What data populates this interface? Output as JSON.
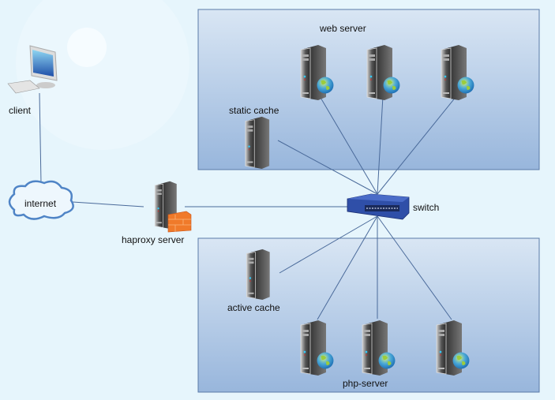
{
  "labels": {
    "client": "client",
    "internet": "internet",
    "haproxy": "haproxy  server",
    "switch": "switch",
    "web_server": "web  server",
    "static_cache": "static  cache",
    "active_cache": "active  cache",
    "php_server": "php-server"
  },
  "nodes": [
    {
      "id": "client",
      "icon": "desktop-computer-icon"
    },
    {
      "id": "internet",
      "icon": "cloud-icon"
    },
    {
      "id": "haproxy",
      "icon": "server-firewall-icon"
    },
    {
      "id": "switch",
      "icon": "network-switch-icon"
    },
    {
      "id": "web1",
      "icon": "web-server-icon"
    },
    {
      "id": "web2",
      "icon": "web-server-icon"
    },
    {
      "id": "web3",
      "icon": "web-server-icon"
    },
    {
      "id": "static_cache",
      "icon": "server-icon"
    },
    {
      "id": "active_cache",
      "icon": "server-icon"
    },
    {
      "id": "php1",
      "icon": "web-server-icon"
    },
    {
      "id": "php2",
      "icon": "web-server-icon"
    },
    {
      "id": "php3",
      "icon": "web-server-icon"
    }
  ],
  "edges": [
    [
      "client",
      "internet"
    ],
    [
      "internet",
      "haproxy"
    ],
    [
      "haproxy",
      "switch"
    ],
    [
      "switch",
      "web1"
    ],
    [
      "switch",
      "web2"
    ],
    [
      "switch",
      "web3"
    ],
    [
      "switch",
      "static_cache"
    ],
    [
      "switch",
      "active_cache"
    ],
    [
      "switch",
      "php1"
    ],
    [
      "switch",
      "php2"
    ],
    [
      "switch",
      "php3"
    ]
  ],
  "colors": {
    "background": "#e6f5fc",
    "group_fill": "#b4cbe6",
    "group_border": "#5a7aa8",
    "line": "#4a6a9a"
  }
}
